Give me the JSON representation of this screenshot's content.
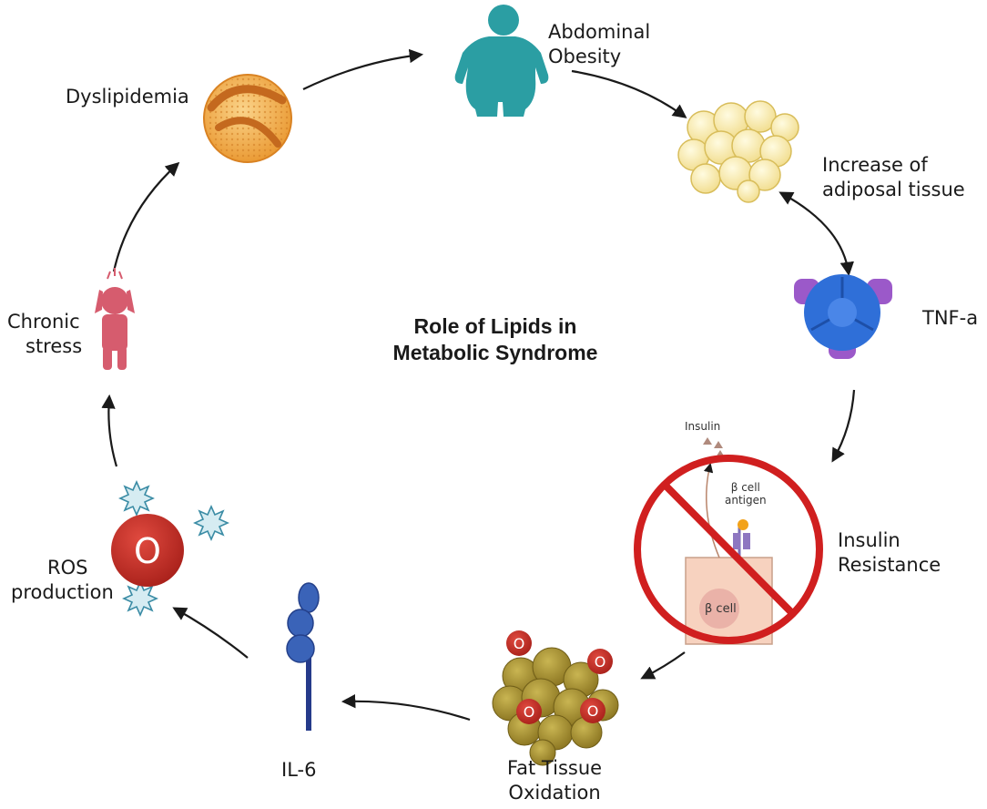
{
  "title": {
    "line1": "Role of Lipids in",
    "line2": "Metabolic Syndrome"
  },
  "nodes": {
    "abdominal_obesity": {
      "line1": "Abdominal",
      "line2": "Obesity",
      "icon": "person-obese-icon"
    },
    "adipose_tissue": {
      "line1": "Increase of",
      "line2": "adiposal tissue",
      "icon": "adipocyte-cluster-icon"
    },
    "tnf_a": {
      "label": "TNF-a",
      "icon": "tnf-trimer-icon"
    },
    "insulin_resistance": {
      "line1": "Insulin",
      "line2": "Resistance",
      "icon": "prohibited-beta-cell-icon",
      "inner": {
        "insulin": "Insulin",
        "antigen_line1": "β cell",
        "antigen_line2": "antigen",
        "cell": "β cell"
      }
    },
    "fat_oxidation": {
      "line1": "Fat Tissue",
      "line2": "Oxidation",
      "icon": "oxidized-fat-icon",
      "marker": "O"
    },
    "il6": {
      "label": "IL-6",
      "icon": "il6-receptor-icon"
    },
    "ros": {
      "line1": "ROS",
      "line2": "production",
      "icon": "ros-molecule-icon",
      "marker": "O"
    },
    "chronic_stress": {
      "line1": "Chronic",
      "line2": "stress",
      "icon": "stressed-person-icon"
    },
    "dyslipidemia": {
      "label": "Dyslipidemia",
      "icon": "lipoprotein-icon"
    }
  },
  "colors": {
    "teal": "#2b9ea3",
    "pink": "#d65c6e",
    "red": "#c62828",
    "tnf_blue": "#2f6fd8",
    "tnf_purple": "#9b59c9",
    "il6_blue": "#3a63b8",
    "fat_olive": "#a8912f",
    "lipid_orange": "#e8913a",
    "arrow": "#1a1a1a"
  }
}
